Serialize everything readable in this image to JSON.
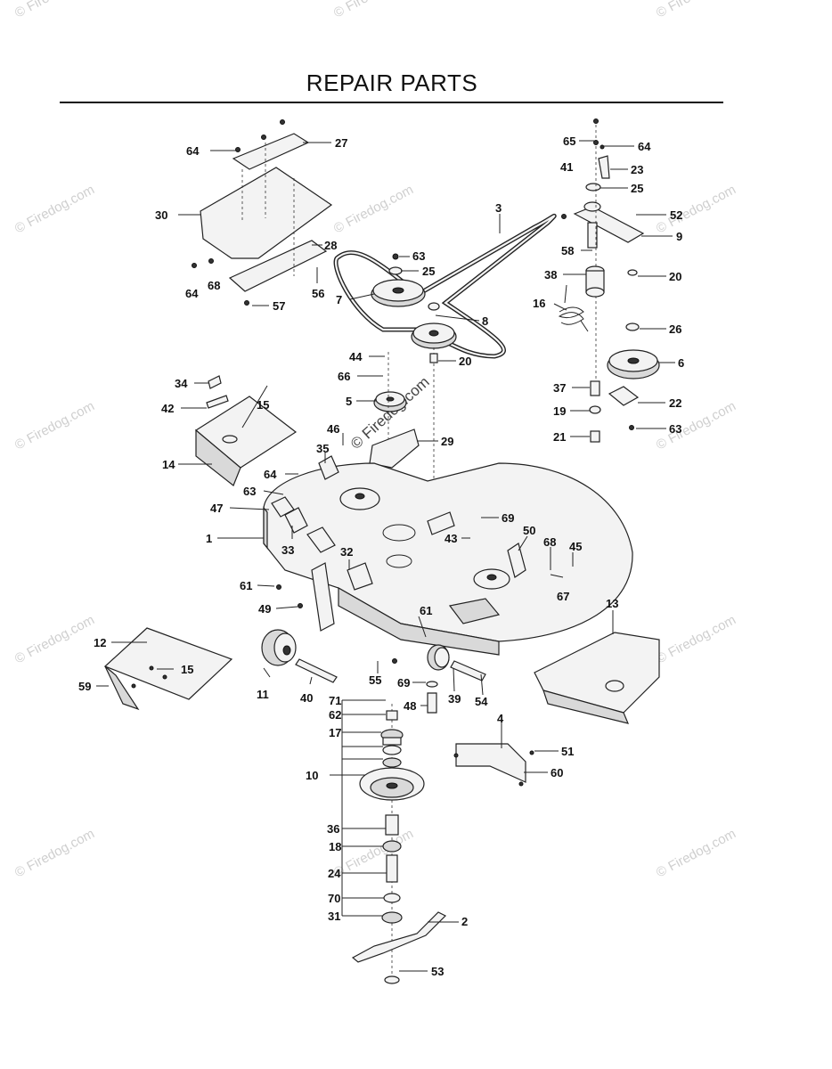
{
  "page": {
    "title": "REPAIR PARTS"
  },
  "watermark": {
    "text": "© Firedog.com"
  },
  "callouts": [
    {
      "id": "c27",
      "label": "27"
    },
    {
      "id": "c64a",
      "label": "64"
    },
    {
      "id": "c30",
      "label": "30"
    },
    {
      "id": "c28",
      "label": "28"
    },
    {
      "id": "c64b",
      "label": "64"
    },
    {
      "id": "c68a",
      "label": "68"
    },
    {
      "id": "c56",
      "label": "56"
    },
    {
      "id": "c57",
      "label": "57"
    },
    {
      "id": "c3",
      "label": "3"
    },
    {
      "id": "c63a",
      "label": "63"
    },
    {
      "id": "c25a",
      "label": "25"
    },
    {
      "id": "c7",
      "label": "7"
    },
    {
      "id": "c8",
      "label": "8"
    },
    {
      "id": "c65",
      "label": "65"
    },
    {
      "id": "c64c",
      "label": "64"
    },
    {
      "id": "c41",
      "label": "41"
    },
    {
      "id": "c23",
      "label": "23"
    },
    {
      "id": "c25b",
      "label": "25"
    },
    {
      "id": "c52",
      "label": "52"
    },
    {
      "id": "c9",
      "label": "9"
    },
    {
      "id": "c58",
      "label": "58"
    },
    {
      "id": "c38",
      "label": "38"
    },
    {
      "id": "c20a",
      "label": "20"
    },
    {
      "id": "c16",
      "label": "16"
    },
    {
      "id": "c26",
      "label": "26"
    },
    {
      "id": "c6",
      "label": "6"
    },
    {
      "id": "c44",
      "label": "44"
    },
    {
      "id": "c20b",
      "label": "20"
    },
    {
      "id": "c66",
      "label": "66"
    },
    {
      "id": "c5",
      "label": "5"
    },
    {
      "id": "c37",
      "label": "37"
    },
    {
      "id": "c22",
      "label": "22"
    },
    {
      "id": "c19",
      "label": "19"
    },
    {
      "id": "c63b",
      "label": "63"
    },
    {
      "id": "c21",
      "label": "21"
    },
    {
      "id": "c34",
      "label": "34"
    },
    {
      "id": "c42",
      "label": "42"
    },
    {
      "id": "c15a",
      "label": "15"
    },
    {
      "id": "c46",
      "label": "46"
    },
    {
      "id": "c29",
      "label": "29"
    },
    {
      "id": "c35",
      "label": "35"
    },
    {
      "id": "c14",
      "label": "14"
    },
    {
      "id": "c64d",
      "label": "64"
    },
    {
      "id": "c63c",
      "label": "63"
    },
    {
      "id": "c47",
      "label": "47"
    },
    {
      "id": "c69a",
      "label": "69"
    },
    {
      "id": "c1",
      "label": "1"
    },
    {
      "id": "c33",
      "label": "33"
    },
    {
      "id": "c43",
      "label": "43"
    },
    {
      "id": "c50",
      "label": "50"
    },
    {
      "id": "c68b",
      "label": "68"
    },
    {
      "id": "c45",
      "label": "45"
    },
    {
      "id": "c32",
      "label": "32"
    },
    {
      "id": "c67",
      "label": "67"
    },
    {
      "id": "c61a",
      "label": "61"
    },
    {
      "id": "c13",
      "label": "13"
    },
    {
      "id": "c49",
      "label": "49"
    },
    {
      "id": "c61b",
      "label": "61"
    },
    {
      "id": "c12",
      "label": "12"
    },
    {
      "id": "c15b",
      "label": "15"
    },
    {
      "id": "c59",
      "label": "59"
    },
    {
      "id": "c11",
      "label": "11"
    },
    {
      "id": "c40",
      "label": "40"
    },
    {
      "id": "c55",
      "label": "55"
    },
    {
      "id": "c69b",
      "label": "69"
    },
    {
      "id": "c39",
      "label": "39"
    },
    {
      "id": "c54",
      "label": "54"
    },
    {
      "id": "c48",
      "label": "48"
    },
    {
      "id": "c71",
      "label": "71"
    },
    {
      "id": "c62",
      "label": "62"
    },
    {
      "id": "c17",
      "label": "17"
    },
    {
      "id": "c4",
      "label": "4"
    },
    {
      "id": "c51",
      "label": "51"
    },
    {
      "id": "c60",
      "label": "60"
    },
    {
      "id": "c10",
      "label": "10"
    },
    {
      "id": "c36",
      "label": "36"
    },
    {
      "id": "c18",
      "label": "18"
    },
    {
      "id": "c24",
      "label": "24"
    },
    {
      "id": "c70",
      "label": "70"
    },
    {
      "id": "c31",
      "label": "31"
    },
    {
      "id": "c2",
      "label": "2"
    },
    {
      "id": "c53",
      "label": "53"
    }
  ]
}
